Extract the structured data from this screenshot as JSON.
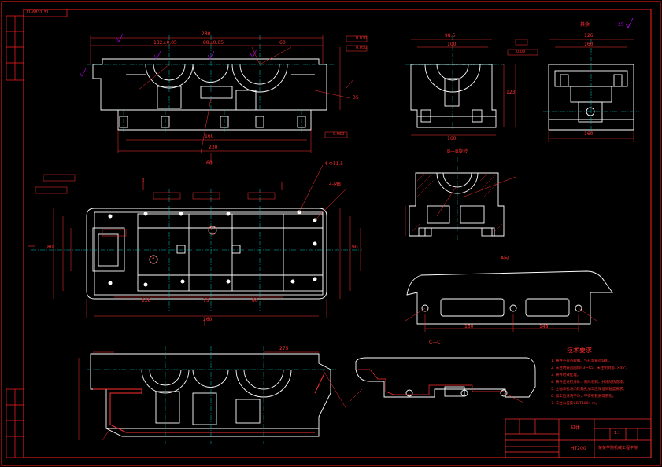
{
  "sheet": {
    "border_color": "#ff2020",
    "line_color": "#ffffff",
    "dim_color": "#ff3030",
    "center_color": "#00c8c8",
    "rough_symbol_color": "#c000ff"
  },
  "corner_code": "11-6831.31",
  "roughness_note": "其余",
  "roughness_value": "25",
  "dims": {
    "front_overall": "280",
    "front_a": "132±0.05",
    "front_b": "88±0.05",
    "front_c": "60",
    "front_bottom": "230",
    "front_bottom2": "160",
    "front_d": "60",
    "front_e": "35",
    "side_top": "98.5",
    "side_b": "100",
    "side_h": "123",
    "side_w": "160",
    "right_top": "126",
    "right_b": "160",
    "right_w": "160",
    "plan_overall": "260",
    "plan_a": "128",
    "plan_b": "75",
    "plan_c": "80",
    "plan_d": "80",
    "plan_e": "90",
    "bottom_a": "150",
    "bottom_b": "148",
    "bottom_c": "275",
    "tol_1": "0.030",
    "tol_2": "0.050",
    "tol_3": "0.060",
    "tol_4": "0.08",
    "hole_callout": "4-Φ11.5",
    "thread_callout": "4-M8"
  },
  "sections": {
    "sec_b": "B—B旋转",
    "sec_a": "A向",
    "sec_c": "C—C",
    "mark_i": "I",
    "mark_a": "A",
    "mark_b": "B"
  },
  "tech": {
    "title": "技术要求",
    "items": [
      "1. 铸件不得有砂眼、气孔等铸造缺陷。",
      "2. 未注明铸造圆角R3～R5，未注明倒角1×45°。",
      "3. 铸件时效处理。",
      "4. 铸件应进行清砂、去除毛刺，并涂防锈底漆。",
      "5. 主轴承孔与凸轮轴孔加工应保证同轴度要求。",
      "6. 加工后清洗干净，不得有铁屑等杂物。",
      "7. 未注公差按GB/T1804-m。"
    ]
  },
  "title_block": {
    "name": "缸体",
    "material": "HT200",
    "scale": "1:1",
    "org": "某某学院机械工程学院"
  }
}
